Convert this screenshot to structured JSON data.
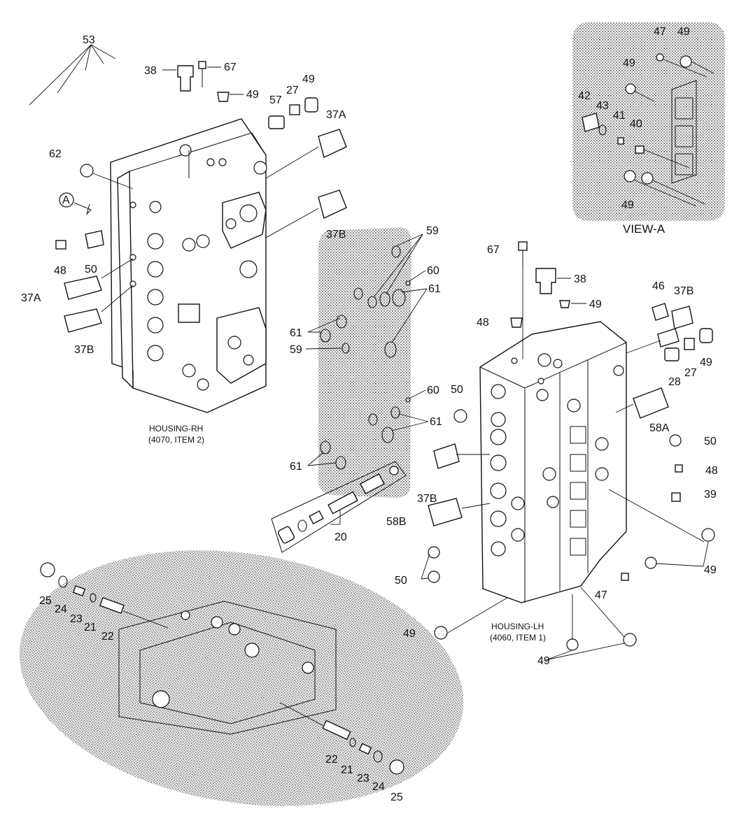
{
  "callouts": {
    "c53": "53",
    "c38a": "38",
    "c67a": "67",
    "c49a": "49",
    "c27a": "27",
    "c57": "57",
    "c49b": "49",
    "c37Aa": "37A",
    "c62": "62",
    "cA": "A",
    "c37Ba": "37B",
    "c48a": "48",
    "c50a": "50",
    "c37Ab": "37A",
    "c37Bb": "37B",
    "c59a": "59",
    "c60a": "60",
    "c61a": "61",
    "c61b": "61",
    "c59b": "59",
    "c60b": "60",
    "c61c": "61",
    "c61d": "61",
    "c20": "20",
    "c67b": "67",
    "c38b": "38",
    "c49c": "49",
    "c48b": "48",
    "c46": "46",
    "c37Bc": "37B",
    "c49d": "49",
    "c27b": "27",
    "c28": "28",
    "c50b": "50",
    "c58A": "58A",
    "c50c": "50",
    "c48c": "48",
    "c39": "39",
    "c37Bd": "37B",
    "c58B": "58B",
    "c49e": "49",
    "c50d": "50",
    "c47a": "47",
    "c49f": "49",
    "c49g": "49",
    "c47b": "47",
    "c49h": "49",
    "c49i": "49",
    "c42": "42",
    "c43": "43",
    "c41": "41",
    "c40": "40",
    "c49j": "49",
    "c25a": "25",
    "c24a": "24",
    "c23a": "23",
    "c21a": "21",
    "c22a": "22",
    "c22b": "22",
    "c21b": "21",
    "c23b": "23",
    "c24b": "24",
    "c25b": "25"
  },
  "labels": {
    "housing_rh_line1": "HOUSING-RH",
    "housing_rh_line2": "(4070, ITEM 2)",
    "housing_lh_line1": "HOUSING-LH",
    "housing_lh_line2": "(4060, ITEM 1)",
    "view_a": "VIEW-A"
  }
}
